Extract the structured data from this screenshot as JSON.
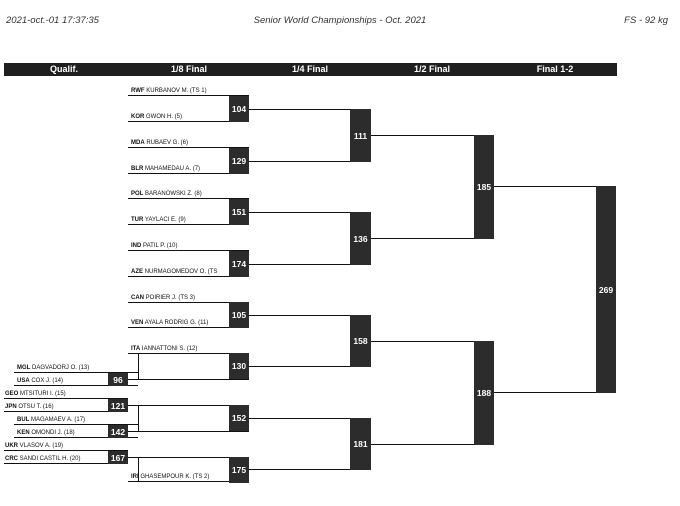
{
  "header": {
    "timestamp": "2021-oct.-01 17:37:35",
    "title": "Senior World Championships - Oct. 2021",
    "category": "FS - 92 kg"
  },
  "rounds": [
    "Qualif.",
    "1/8 Final",
    "1/4 Final",
    "1/2 Final",
    "Final 1-2"
  ],
  "qualif": [
    {
      "country": "MGL",
      "name": "DAGVADORJ O. (13)"
    },
    {
      "country": "USA",
      "name": "COX J. (14)"
    },
    {
      "country": "GEO",
      "name": "MTSITURI I. (15)"
    },
    {
      "country": "JPN",
      "name": "OTSU T. (16)"
    },
    {
      "country": "BUL",
      "name": "MAGAMAEV A. (17)"
    },
    {
      "country": "KEN",
      "name": "OMONDI J. (18)"
    },
    {
      "country": "UKR",
      "name": "VLASOV A. (19)"
    },
    {
      "country": "CRC",
      "name": "SANDI CASTIL H. (20)"
    }
  ],
  "eighth": [
    {
      "country": "RWF",
      "name": "KURBANOV M. (TS 1)"
    },
    {
      "country": "KOR",
      "name": "GWON H. (5)"
    },
    {
      "country": "MDA",
      "name": "RUBAEV G. (6)"
    },
    {
      "country": "BLR",
      "name": "MAHAMEDAU A. (7)"
    },
    {
      "country": "POL",
      "name": "BARANOWSKI Z. (8)"
    },
    {
      "country": "TUR",
      "name": "YAYLACI E. (9)"
    },
    {
      "country": "IND",
      "name": "PATIL P. (10)"
    },
    {
      "country": "AZE",
      "name": "NURMAGOMEDOV O. (TS"
    },
    {
      "country": "CAN",
      "name": "POIRIER J. (TS 3)"
    },
    {
      "country": "VEN",
      "name": "AYALA RODRIG G. (11)"
    },
    {
      "country": "ITA",
      "name": "IANNATTONI S. (12)"
    },
    {
      "country": "IRI",
      "name": "GHASEMPOUR K. (TS 2)"
    }
  ],
  "bouts": {
    "q1": "96",
    "q2": "121",
    "q3": "142",
    "q4": "167",
    "e1": "104",
    "e2": "129",
    "e3": "151",
    "e4": "174",
    "e5": "105",
    "e6": "130",
    "e7": "152",
    "e8": "175",
    "qf1": "111",
    "qf2": "136",
    "qf3": "158",
    "qf4": "181",
    "sf1": "185",
    "sf2": "188",
    "final": "269"
  }
}
